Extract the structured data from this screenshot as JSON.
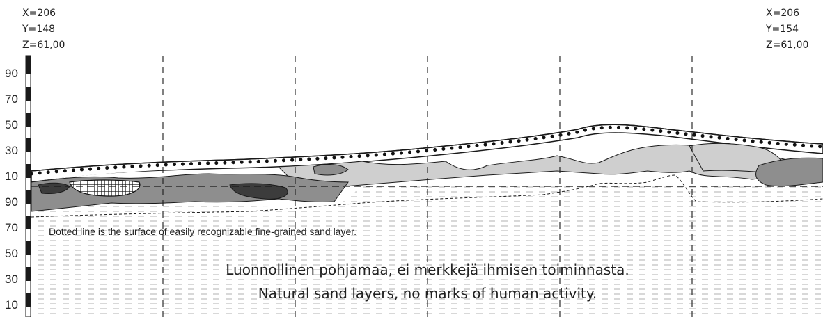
{
  "colors": {
    "background": "#ffffff",
    "ink": "#1a1a1a",
    "light_fill": "#cfcfcf",
    "mid_fill": "#8e8e8e",
    "dark_fill": "#3c3c3c",
    "sand_dash": "#a8a8a8"
  },
  "coordinates": {
    "left": {
      "x": "X=206",
      "y": "Y=148",
      "z": "Z=61,00"
    },
    "right": {
      "x": "X=206",
      "y": "Y=154",
      "z": "Z=61,00"
    }
  },
  "depth_scale": {
    "labels": [
      "90",
      "70",
      "50",
      "30",
      "10",
      "90",
      "70",
      "50",
      "30",
      "10"
    ]
  },
  "annotations": {
    "dotted_line_note": "Dotted line is the surface of easily recognizable fine-grained sand layer.",
    "caption_fi": "Luonnollinen pohjamaa, ei merkkejä ihmisen toiminnasta.",
    "caption_en": "Natural sand  layers, no marks of human activity."
  }
}
